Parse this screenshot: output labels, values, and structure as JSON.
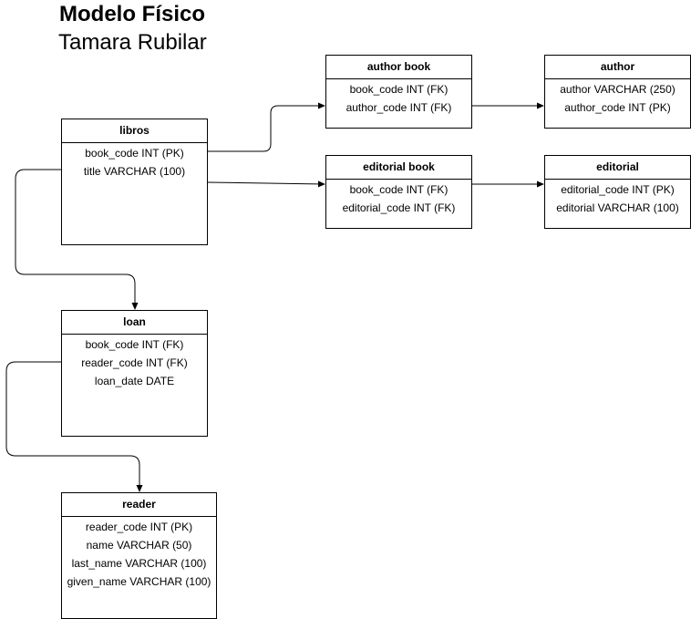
{
  "title": "Modelo Físico",
  "subtitle": "Tamara Rubilar",
  "entities": {
    "libros": {
      "name": "libros",
      "fields": [
        "book_code INT (PK)",
        "title VARCHAR (100)"
      ]
    },
    "author_book": {
      "name": "author book",
      "fields": [
        "book_code INT (FK)",
        "author_code INT (FK)"
      ]
    },
    "author": {
      "name": "author",
      "fields": [
        "author VARCHAR (250)",
        "author_code INT (PK)"
      ]
    },
    "editorial_book": {
      "name": "editorial book",
      "fields": [
        "book_code INT (FK)",
        "editorial_code INT (FK)"
      ]
    },
    "editorial": {
      "name": "editorial",
      "fields": [
        "editorial_code INT (PK)",
        "editorial VARCHAR (100)"
      ]
    },
    "loan": {
      "name": "loan",
      "fields": [
        "book_code INT (FK)",
        "reader_code INT (FK)",
        "loan_date DATE"
      ]
    },
    "reader": {
      "name": "reader",
      "fields": [
        "reader_code INT (PK)",
        "name VARCHAR (50)",
        "last_name VARCHAR (100)",
        "given_name VARCHAR (100)"
      ]
    }
  },
  "relationships": [
    {
      "from": "libros",
      "to": "author_book"
    },
    {
      "from": "libros",
      "to": "editorial_book"
    },
    {
      "from": "author_book",
      "to": "author"
    },
    {
      "from": "editorial_book",
      "to": "editorial"
    },
    {
      "from": "libros",
      "to": "loan"
    },
    {
      "from": "loan",
      "to": "reader"
    }
  ],
  "colors": {
    "line": "#000000",
    "background": "#ffffff"
  }
}
